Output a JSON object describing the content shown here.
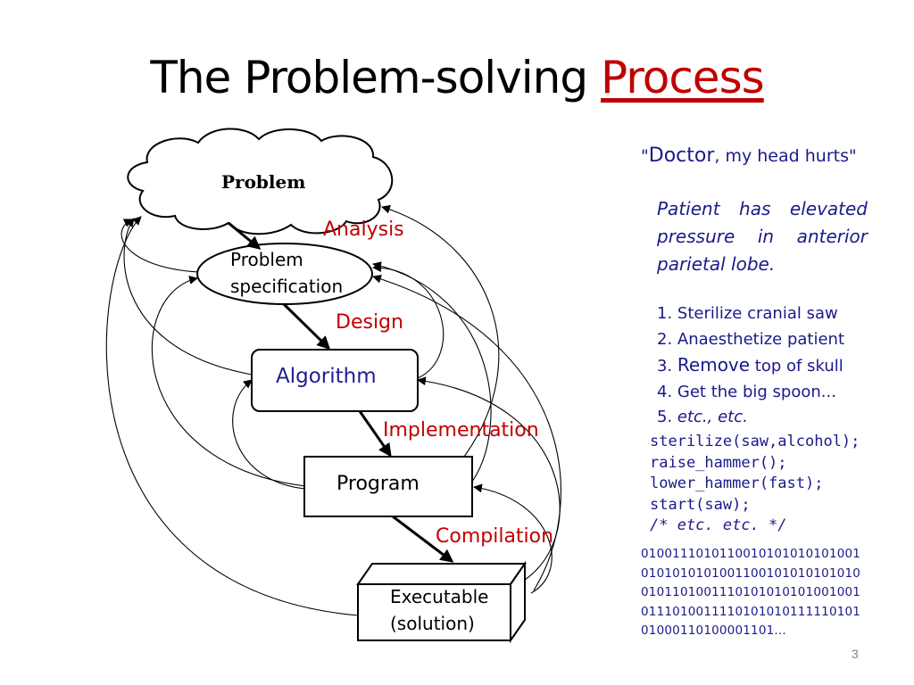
{
  "slide": {
    "title_main": "The Problem-solving ",
    "title_accent": "Process",
    "page_number": "3"
  },
  "diagram": {
    "problem": "Problem",
    "problem_spec_line1": "Problem",
    "problem_spec_line2": "specification",
    "algorithm": "Algorithm",
    "program": "Program",
    "executable_line1": "Executable",
    "executable_line2": "(solution)",
    "labels": {
      "analysis": "Analysis",
      "design": "Design",
      "implementation": "Implementation",
      "compilation": "Compilation"
    },
    "colors": {
      "stage_label": "#c00000",
      "node_text": "#1f1f8f"
    }
  },
  "example": {
    "quote_open": "\"",
    "quote_word": "Doctor",
    "quote_rest": ", my head hurts\"",
    "spec_line1": "Patient has elevated",
    "spec_line2": "pressure in anterior",
    "spec_line3": "parietal lobe.",
    "steps": {
      "s1": "1. Sterilize cranial saw",
      "s2": "2. Anaesthetize patient",
      "s3_prefix": "3. ",
      "s3_word": "Remove",
      "s3_rest": " top of skull",
      "s4": "4. Get the big spoon...",
      "s5_prefix": "5. ",
      "s5_rest": "etc., etc."
    },
    "code": {
      "l1": "sterilize(saw,alcohol);",
      "l2": "raise_hammer();",
      "l3": "lower_hammer(fast);",
      "l4": "start(saw);",
      "l5": "/* etc. etc. */"
    },
    "binary": {
      "l1": "0100111010110010101010101001",
      "l2": "0101010101001100101010101010",
      "l3": "0101101001110101010101001001",
      "l4": "0111010011110101010111110101",
      "l5": "01000110100001101..."
    }
  }
}
